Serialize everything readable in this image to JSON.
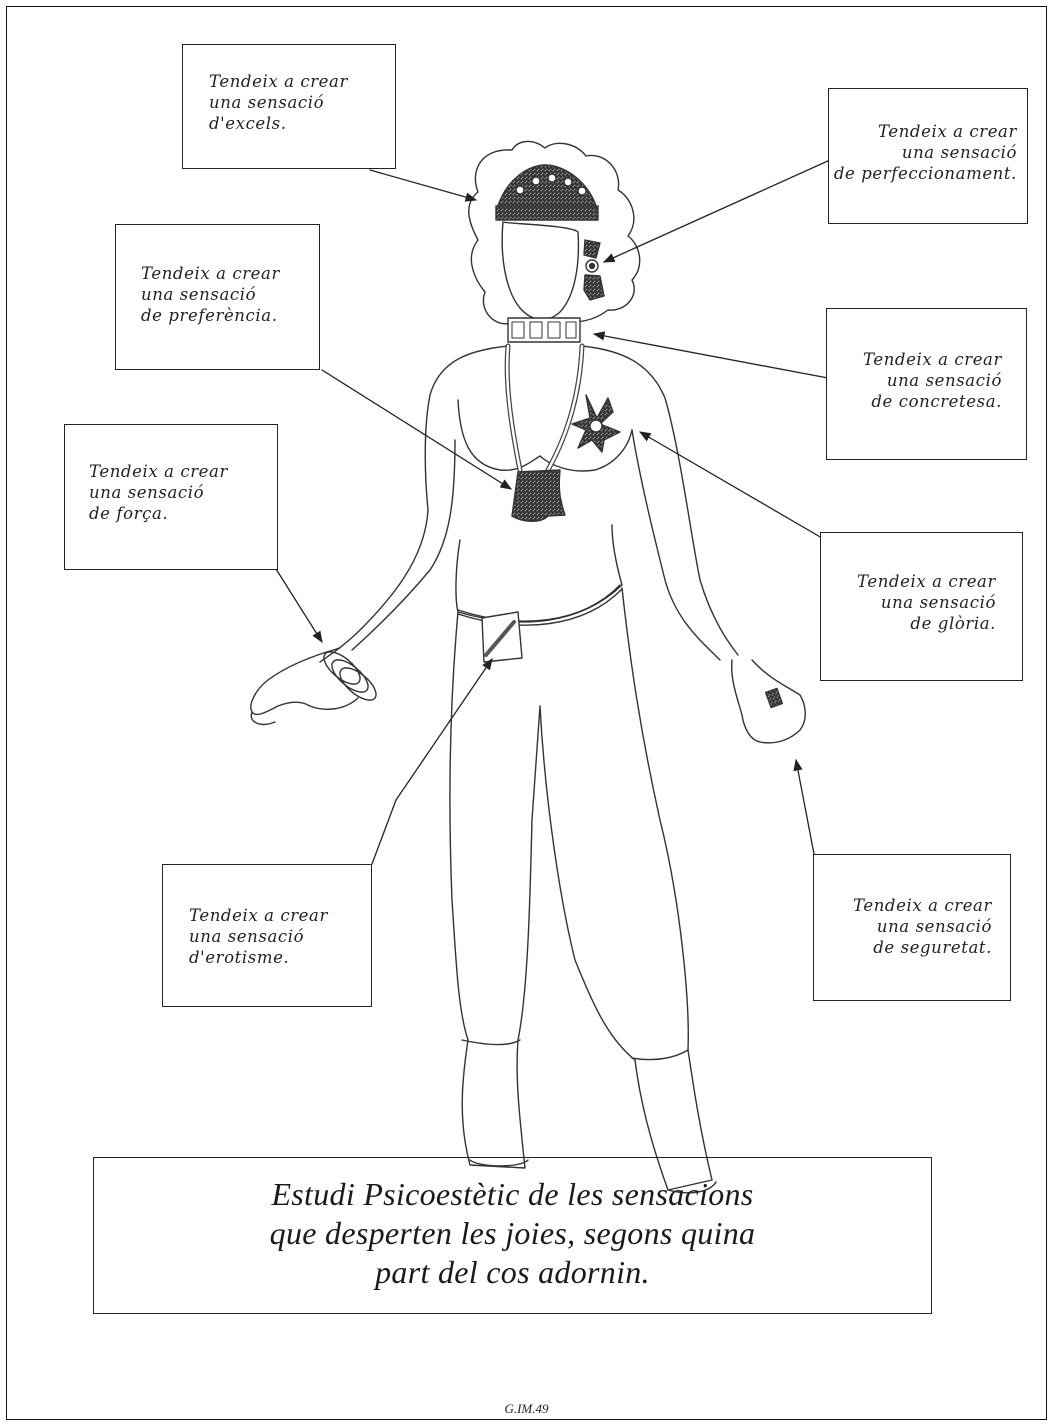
{
  "callouts": [
    {
      "id": "excels",
      "lines": [
        "Tendeix a crear",
        "una sensació",
        "d'excels."
      ]
    },
    {
      "id": "perfeccionament",
      "lines": [
        "Tendeix a crear",
        "una sensació",
        "de perfeccionament."
      ]
    },
    {
      "id": "preferencia",
      "lines": [
        "Tendeix a crear",
        "una sensació",
        "de preferència."
      ]
    },
    {
      "id": "concretesa",
      "lines": [
        "Tendeix a crear",
        "una sensació",
        "de concretesa."
      ]
    },
    {
      "id": "forca",
      "lines": [
        "Tendeix a crear",
        "una sensació",
        "de força."
      ]
    },
    {
      "id": "gloria",
      "lines": [
        "Tendeix a crear",
        "una sensació",
        "de glòria."
      ]
    },
    {
      "id": "erotisme",
      "lines": [
        "Tendeix a crear",
        "una sensació",
        "d'erotisme."
      ]
    },
    {
      "id": "seguretat",
      "lines": [
        "Tendeix a crear",
        "una sensació",
        "de seguretat."
      ]
    }
  ],
  "title": {
    "lines": [
      "Estudi Psicoestètic de les sensacions",
      "que desperten les joies, segons quina",
      "part del cos adornin."
    ]
  },
  "reference": "G.IM.49"
}
